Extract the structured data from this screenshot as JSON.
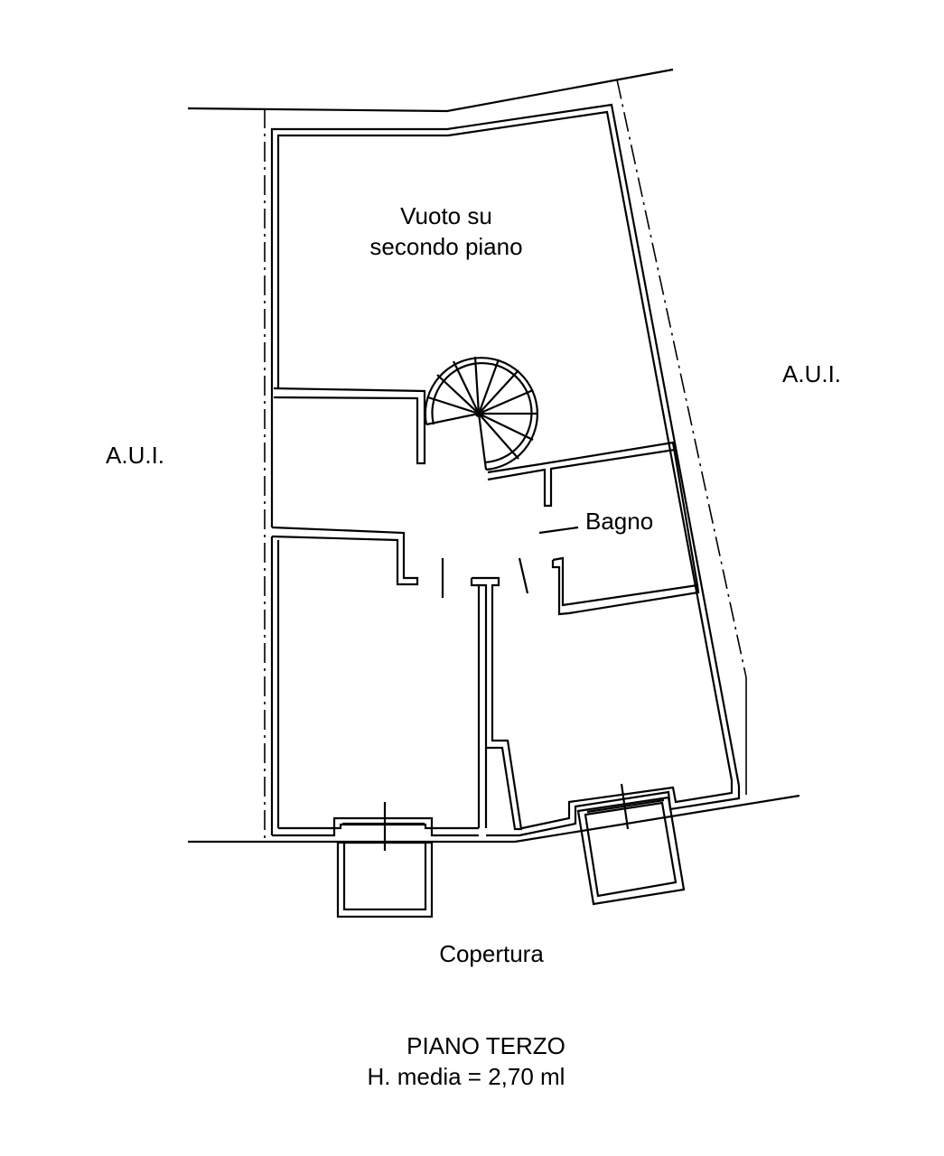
{
  "plan": {
    "rooms": {
      "void_line1": "Vuoto su",
      "void_line2": "secondo piano",
      "bathroom": "Bagno"
    },
    "neighbors": {
      "left": "A.U.I.",
      "right": "A.U.I."
    },
    "roof": "Copertura",
    "title": "PIANO TERZO",
    "height_note": "H. media = 2,70 ml"
  }
}
